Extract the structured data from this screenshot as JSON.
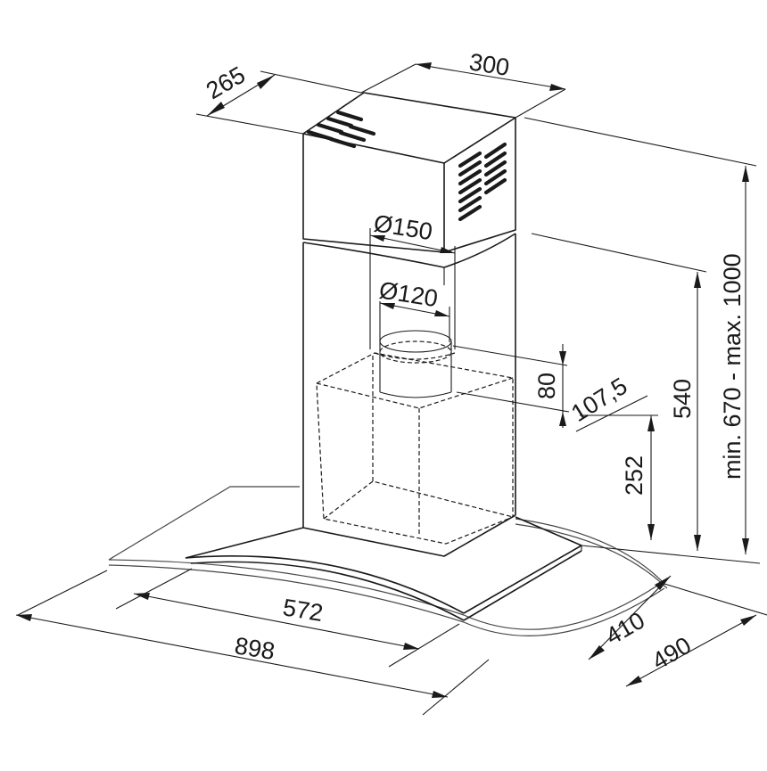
{
  "dimensions": {
    "chimney_depth": "265",
    "chimney_width": "300",
    "outer_duct_diameter": "Ø150",
    "inner_duct_diameter": "Ø120",
    "total_height_range": "min. 670 - max. 1000",
    "hood_body_height": "540",
    "motor_offset_vertical": "80",
    "motor_offset_depth": "107,5",
    "motor_box_height": "252",
    "filter_width": "572",
    "glass_width": "898",
    "filter_depth": "410",
    "glass_depth": "490"
  },
  "colors": {
    "line": "#1a1a1a",
    "background": "#ffffff"
  }
}
